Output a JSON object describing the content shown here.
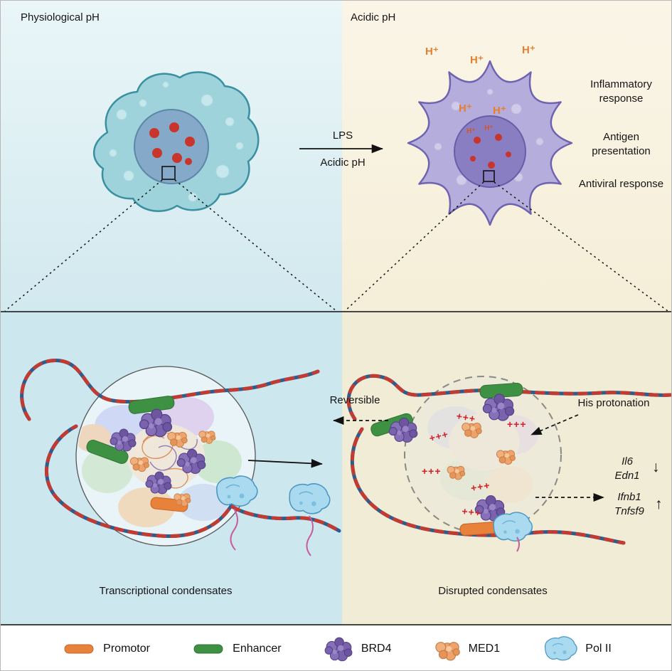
{
  "figure": {
    "panel_top_left": {
      "title": "Physiological pH"
    },
    "panel_top_right": {
      "title": "Acidic pH",
      "responses": [
        "Inflammatory response",
        "Antigen presentation",
        "Antiviral response"
      ]
    },
    "transition": {
      "top": "LPS",
      "bottom": "Acidic pH"
    },
    "h_plus": "H⁺",
    "panel_bottom_left": {
      "caption": "Transcriptional condensates"
    },
    "panel_bottom_right": {
      "caption": "Disrupted condensates",
      "reversible": "Reversible",
      "his_protonation": "His protonation",
      "charge_marks": "+++",
      "genes_down": [
        "Il6",
        "Edn1"
      ],
      "genes_up": [
        "Ifnb1",
        "Tnfsf9"
      ],
      "arrow_down": "↓",
      "arrow_up": "↑"
    },
    "legend": {
      "items": [
        {
          "label": "Promotor",
          "color": "#e8813a"
        },
        {
          "label": "Enhancer",
          "color": "#3e9142"
        },
        {
          "label": "BRD4",
          "color": "#7a62ad"
        },
        {
          "label": "MED1",
          "color": "#eda36b"
        },
        {
          "label": "Pol II",
          "color": "#a9daf0"
        }
      ]
    },
    "colors": {
      "bg_physiological": "#d2e9ef",
      "bg_acidic": "#f5eed8",
      "cell_resting": "#9ed3db",
      "cell_activated": "#b5addb",
      "h_plus_orange": "#e87f2f",
      "dna_red": "#c23b33",
      "dna_blue": "#2c5d8f",
      "rna_magenta": "#c75c9e"
    }
  }
}
